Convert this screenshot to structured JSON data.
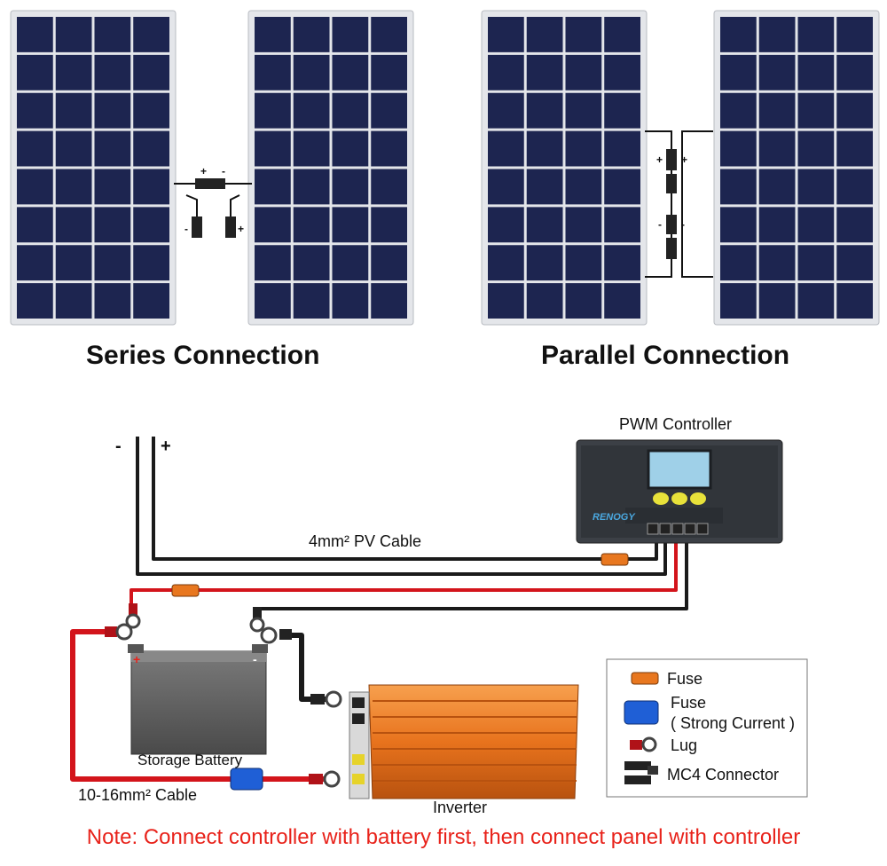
{
  "panels": {
    "series_title": "Series Connection",
    "parallel_title": "Parallel Connection",
    "plus": "+",
    "minus": "-"
  },
  "wiring": {
    "pv_minus": "-",
    "pv_plus": "+",
    "controller_title": "PWM Controller",
    "controller_brand": "RENOGY",
    "pv_cable": "4mm² PV Cable",
    "battery_cable": "10-16mm² Cable",
    "battery_label": "Storage Battery",
    "inverter_label": "Inverter",
    "battery_plus": "+",
    "battery_minus": "-"
  },
  "legend": {
    "fuse": "Fuse",
    "fuse_strong": "Fuse",
    "fuse_strong_sub": "( Strong Current )",
    "lug": "Lug",
    "mc4": "MC4 Connector"
  },
  "note": "Note: Connect controller with battery first, then connect panel with controller",
  "colors": {
    "cell": "#1d2550",
    "panel_frame": "#e4e6ea",
    "wire_black": "#1a1a1a",
    "wire_red": "#d3141b",
    "fuse_orange": "#e8771f",
    "fuse_blue": "#1f5fd6",
    "inverter": "#e8731d",
    "battery": "#6e6e6e",
    "controller": "#3c4046",
    "lcd": "#9fd0e8",
    "buttons": "#e8e23a",
    "note": "#e8221a"
  }
}
